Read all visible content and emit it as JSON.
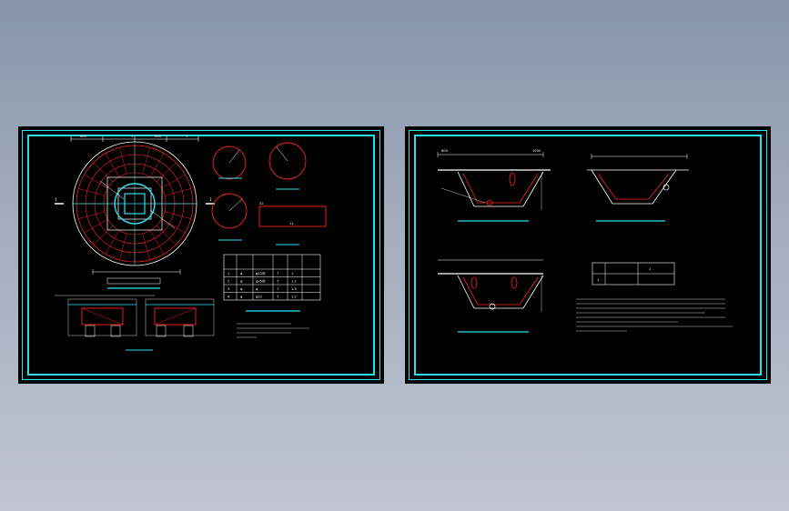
{
  "drawing_left": {
    "dims": [
      "600",
      "1",
      "600",
      "1"
    ],
    "section_letters": [
      "1",
      "1"
    ],
    "plan_caption": "",
    "detail_labels": [
      "",
      "",
      "",
      ""
    ],
    "rect_dims": [
      "32",
      "11"
    ],
    "table": {
      "headers": [
        "",
        "",
        "",
        "",
        ""
      ],
      "rows": [
        [
          "1",
          "φ",
          "φ12@",
          "7",
          "1"
        ],
        [
          "2",
          "φ",
          "φ25@",
          "7",
          "1.2"
        ],
        [
          "3",
          "φ",
          "φ",
          "7",
          "1.3"
        ],
        [
          "4",
          "φ",
          "φ12",
          "7",
          "1.2"
        ]
      ],
      "caption": ""
    },
    "notes_title": "",
    "notes": [
      "",
      "",
      "",
      ""
    ],
    "section_caption": "",
    "signatures": [
      "",
      ""
    ]
  },
  "drawing_right": {
    "section_captions": [
      "",
      "",
      ""
    ],
    "dims_top": [
      "600",
      "",
      "1000"
    ],
    "table": {
      "title": "",
      "headers": [
        "",
        "",
        "1"
      ],
      "row": [
        "1",
        "",
        ""
      ]
    },
    "notes_title": "",
    "notes": [
      "",
      "",
      "",
      "",
      "",
      ""
    ],
    "signatures": [
      "",
      ""
    ]
  },
  "colors": {
    "frame": "#2ee0ee",
    "line": "#ffffff",
    "red": "#ff2222",
    "cyan": "#2ee0ee",
    "sheet": "#000000"
  }
}
